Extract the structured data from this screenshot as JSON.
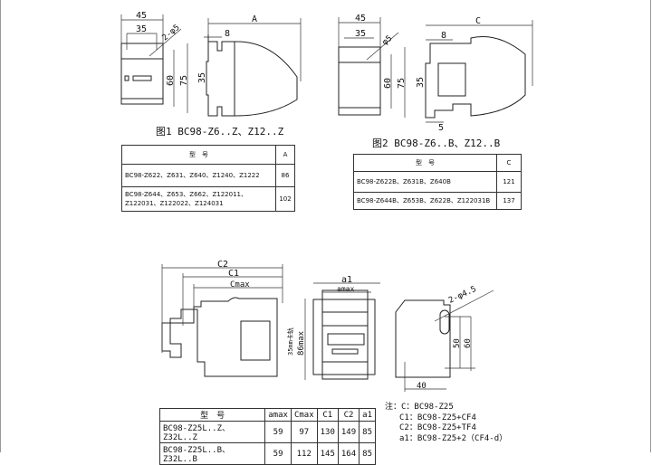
{
  "fig1": {
    "caption": "图1 BC98-Z6..Z、Z12..Z",
    "dims": {
      "w45": "45",
      "w35": "35",
      "hole": "2-φ5",
      "d8": "8",
      "A": "A",
      "h35": "35",
      "h60": "60",
      "h75": "75"
    }
  },
  "fig2": {
    "caption": "图2 BC98-Z6..B、Z12..B",
    "dims": {
      "w45": "45",
      "w35": "35",
      "hole": "φ5",
      "d8": "8",
      "C": "C",
      "h35": "35",
      "h60": "60",
      "h75": "75",
      "d5": "5"
    }
  },
  "fig3": {
    "dims": {
      "C2": "C2",
      "C1": "C1",
      "Cmax": "Cmax",
      "rail": "35mm卡轨",
      "h86": "86max",
      "a1": "a1",
      "amax": "amax",
      "hole": "2-φ4.5",
      "h50": "50",
      "h60": "60",
      "w40": "40"
    }
  },
  "table1": {
    "headers": [
      "型　号",
      "A"
    ],
    "rows": [
      [
        "BC98-Z622、Z631、Z640、Z1240、Z1222",
        "86"
      ],
      [
        "BC98-Z644、Z653、Z662、Z122011、Z122031、Z122022、Z124031",
        "102"
      ]
    ]
  },
  "table2": {
    "headers": [
      "型　号",
      "C"
    ],
    "rows": [
      [
        "BC98-Z622B、Z631B、Z640B",
        "121"
      ],
      [
        "BC98-Z644B、Z653B、Z622B、Z122031B",
        "137"
      ]
    ]
  },
  "table3": {
    "headers": [
      "型　号",
      "amax",
      "Cmax",
      "C1",
      "C2",
      "a1"
    ],
    "rows": [
      [
        "BC98-Z25L..Z、Z32L..Z",
        "59",
        "97",
        "130",
        "149",
        "85"
      ],
      [
        "BC98-Z25L..B、Z32L..B",
        "59",
        "112",
        "145",
        "164",
        "85"
      ]
    ]
  },
  "notes": [
    "注：C：BC98-Z25",
    "C1：BC98-Z25+CF4",
    "C2：BC98-Z25+TF4",
    "a1：BC98-Z25+2（CF4-d）"
  ]
}
